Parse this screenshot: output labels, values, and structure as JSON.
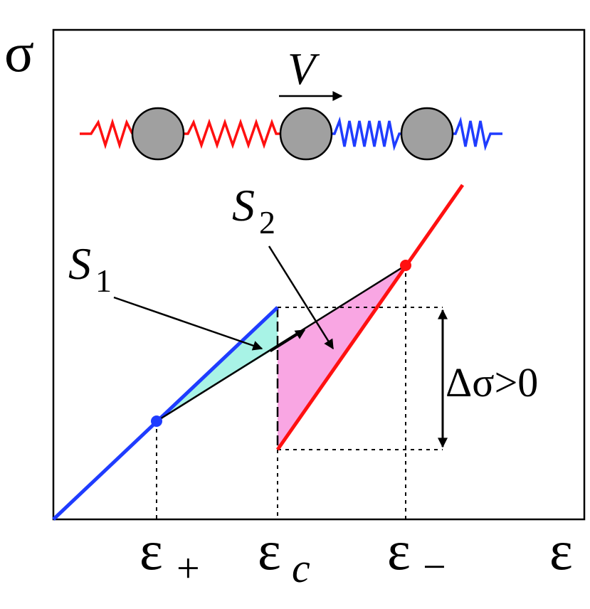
{
  "labels": {
    "y_axis": "σ",
    "x_axis": "ε",
    "velocity": "V",
    "area1": "S",
    "area1_sub": "1",
    "area2": "S",
    "area2_sub": "2",
    "stress_jump": "Δσ>0",
    "strain_plus": "ε",
    "strain_plus_sub": "+",
    "strain_c": "ε",
    "strain_c_sub": "c",
    "strain_minus": "ε",
    "strain_minus_sub": "−"
  },
  "colors": {
    "low_phase": "#1f3cff",
    "high_phase": "#ff1010",
    "area1_fill": "#a8f3e6",
    "area2_fill": "#f9a6e3",
    "mass": "#a0a0a0"
  }
}
